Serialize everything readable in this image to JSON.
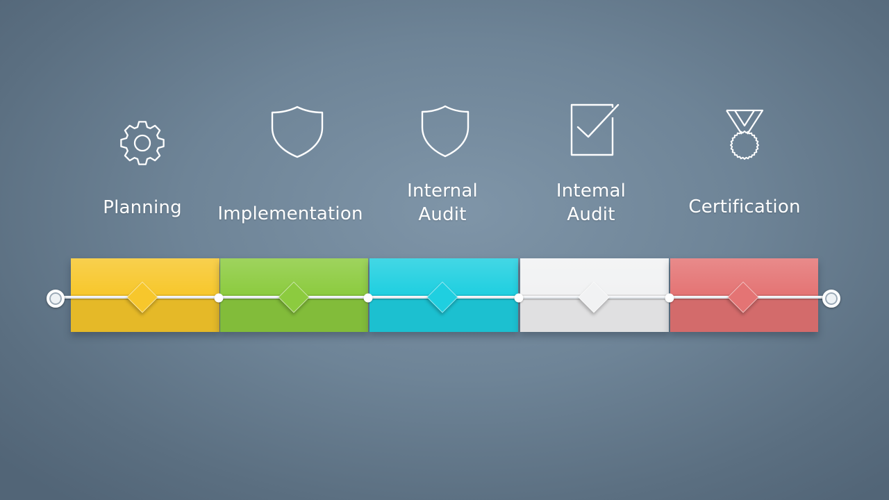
{
  "stages": [
    {
      "label_lines": [
        "Planning"
      ],
      "icon": "gear-icon",
      "color": "#f7c72c"
    },
    {
      "label_lines": [
        "Implementation"
      ],
      "icon": "shield-icon",
      "color": "#8ccb3f"
    },
    {
      "label_lines": [
        "Internal",
        "Audit"
      ],
      "icon": "shield-icon",
      "color": "#1fcfe0"
    },
    {
      "label_lines": [
        "Intemal",
        "Audit"
      ],
      "icon": "checkbox-icon",
      "color": "#f1f2f3"
    },
    {
      "label_lines": [
        "Certification"
      ],
      "icon": "medal-icon",
      "color": "#e47474"
    }
  ],
  "colors": {
    "text": "#ffffff",
    "icon_stroke": "#ffffff",
    "timeline": "#ffffff"
  }
}
